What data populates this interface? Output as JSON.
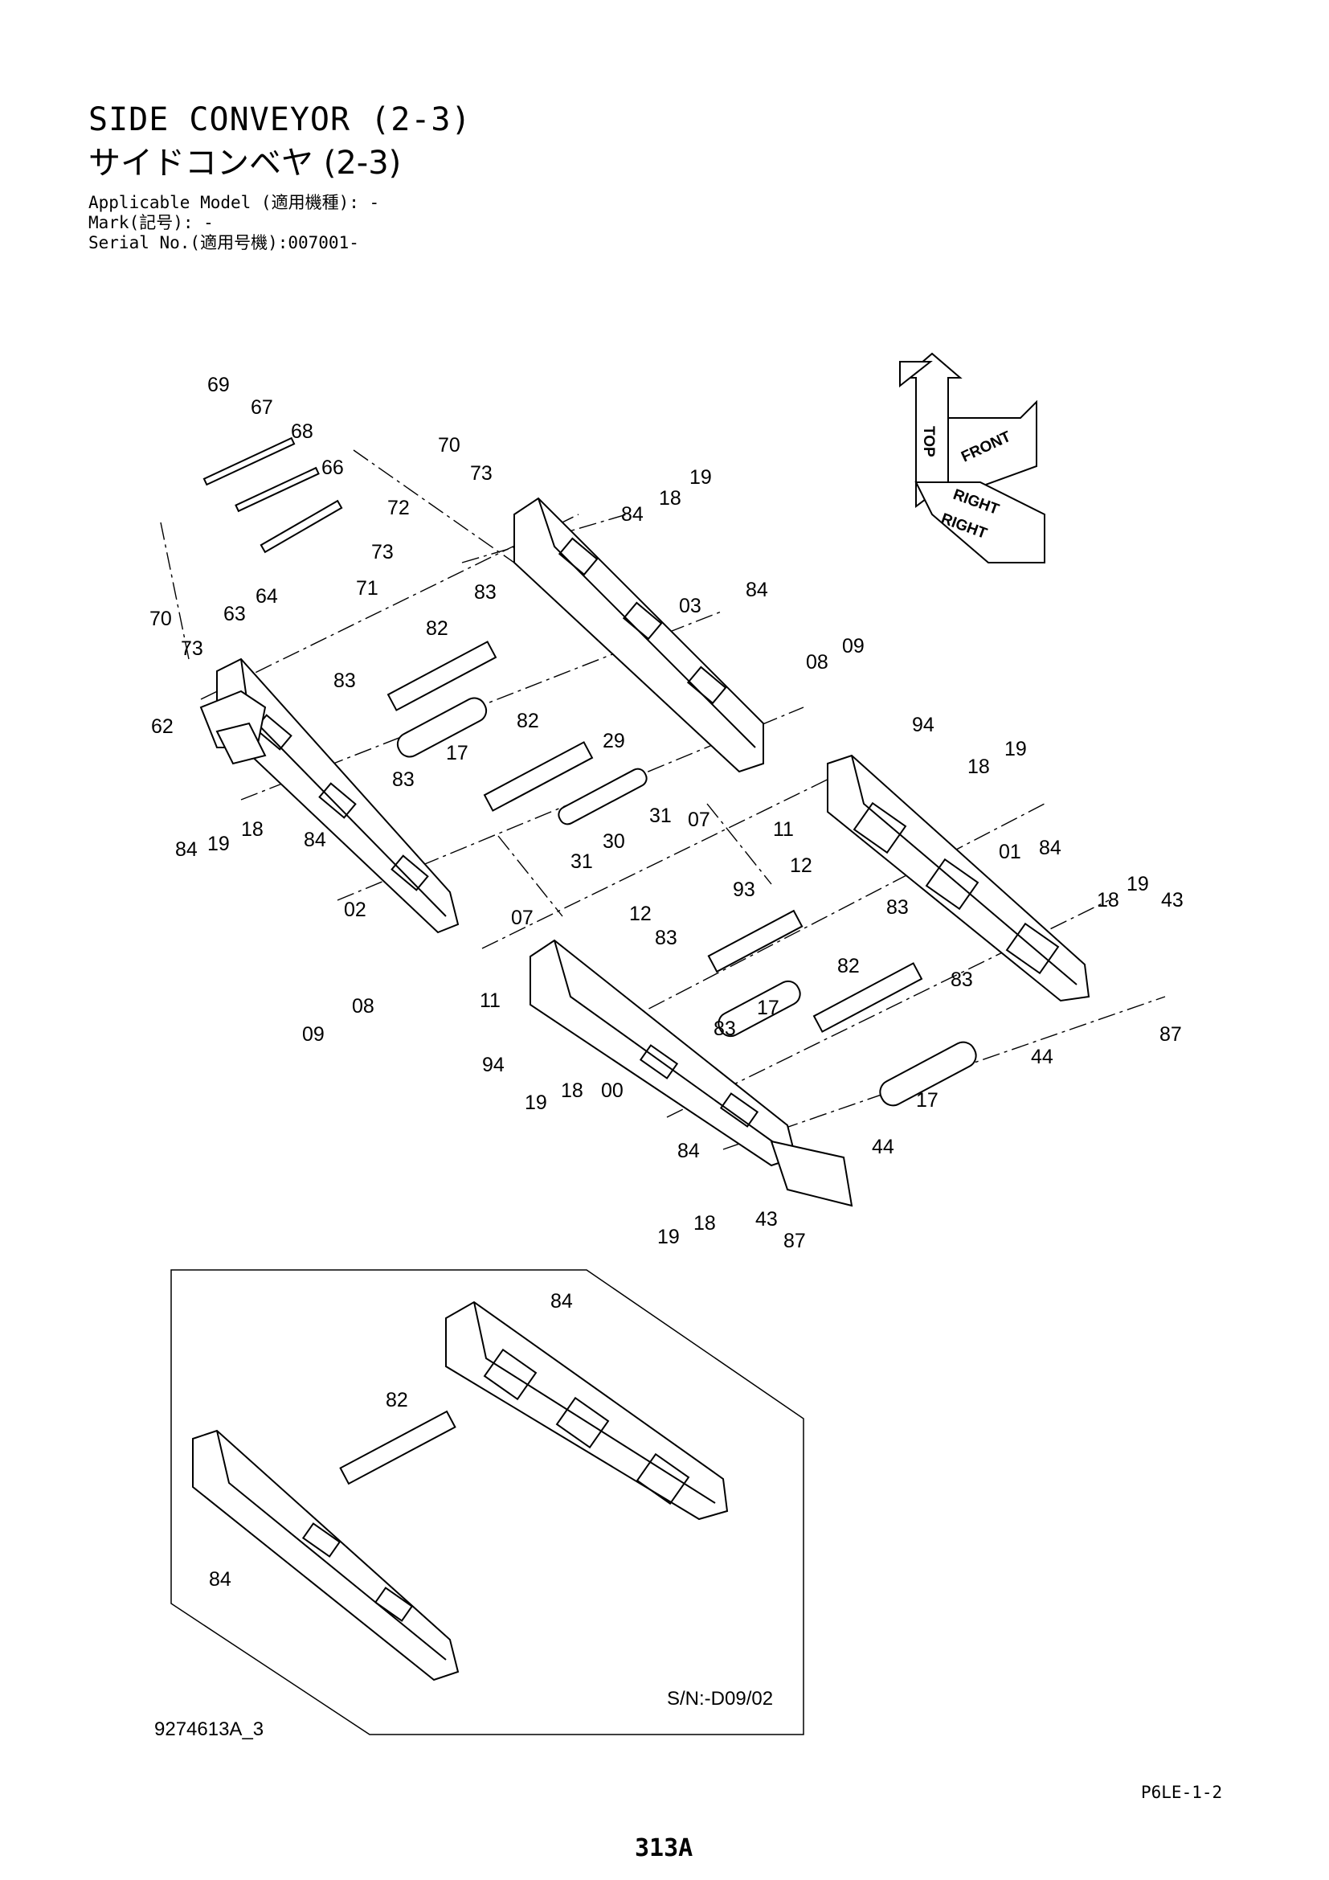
{
  "header": {
    "title_en": "SIDE CONVEYOR (2-3)",
    "title_jp": "サイドコンベヤ (2-3)",
    "applicable_model": "Applicable Model (適用機種): -",
    "mark": "Mark(記号): -",
    "serial_no": "Serial No.(適用号機):007001-"
  },
  "orientation": {
    "top": "TOP",
    "front": "FRONT",
    "right": "RIGHT"
  },
  "callouts": {
    "c69": "69",
    "c67": "67",
    "c68": "68",
    "c66": "66",
    "c72": "72",
    "c73a": "73",
    "c71": "71",
    "c70a": "70",
    "c73b": "73",
    "c19a": "19",
    "c18a": "18",
    "c84a": "84",
    "c70b": "70",
    "c73c": "73",
    "c63": "63",
    "c64": "64",
    "c62": "62",
    "c84b": "84",
    "c19b": "19",
    "c18b": "18",
    "c84c": "84",
    "c02": "02",
    "c83a": "83",
    "c82a": "82",
    "c17a": "17",
    "c83b": "83",
    "c03": "03",
    "c84d": "84",
    "c83c": "83",
    "c82b": "82",
    "c29": "29",
    "c31a": "31",
    "c30": "30",
    "c31b": "31",
    "c07a": "07",
    "c08a": "08",
    "c09a": "09",
    "c07b": "07",
    "c11a": "11",
    "c94a": "94",
    "c19c": "19",
    "c18c": "18",
    "c12a": "12",
    "c01": "01",
    "c84e": "84",
    "c83d": "83",
    "c08b": "08",
    "c09b": "09",
    "c11b": "11",
    "c12b": "12",
    "c83e": "83",
    "c93": "93",
    "c17b": "17",
    "c82c": "82",
    "c83f": "83",
    "c83g": "83",
    "c18d": "18",
    "c19d": "19",
    "c43a": "43",
    "c87a": "87",
    "c44a": "44",
    "c94b": "94",
    "c19e": "19",
    "c18e": "18",
    "c00": "00",
    "c17c": "17",
    "c84f": "84",
    "c44b": "44",
    "c19f": "19",
    "c18f": "18",
    "c43b": "43",
    "c87b": "87"
  },
  "inset": {
    "callouts": {
      "i84a": "84",
      "i82": "82",
      "i84b": "84"
    },
    "serial_label": "S/N:-D09/02"
  },
  "footer": {
    "doc_no": "9274613A_3",
    "sheet_code": "P6LE-1-2",
    "page": "313A"
  }
}
